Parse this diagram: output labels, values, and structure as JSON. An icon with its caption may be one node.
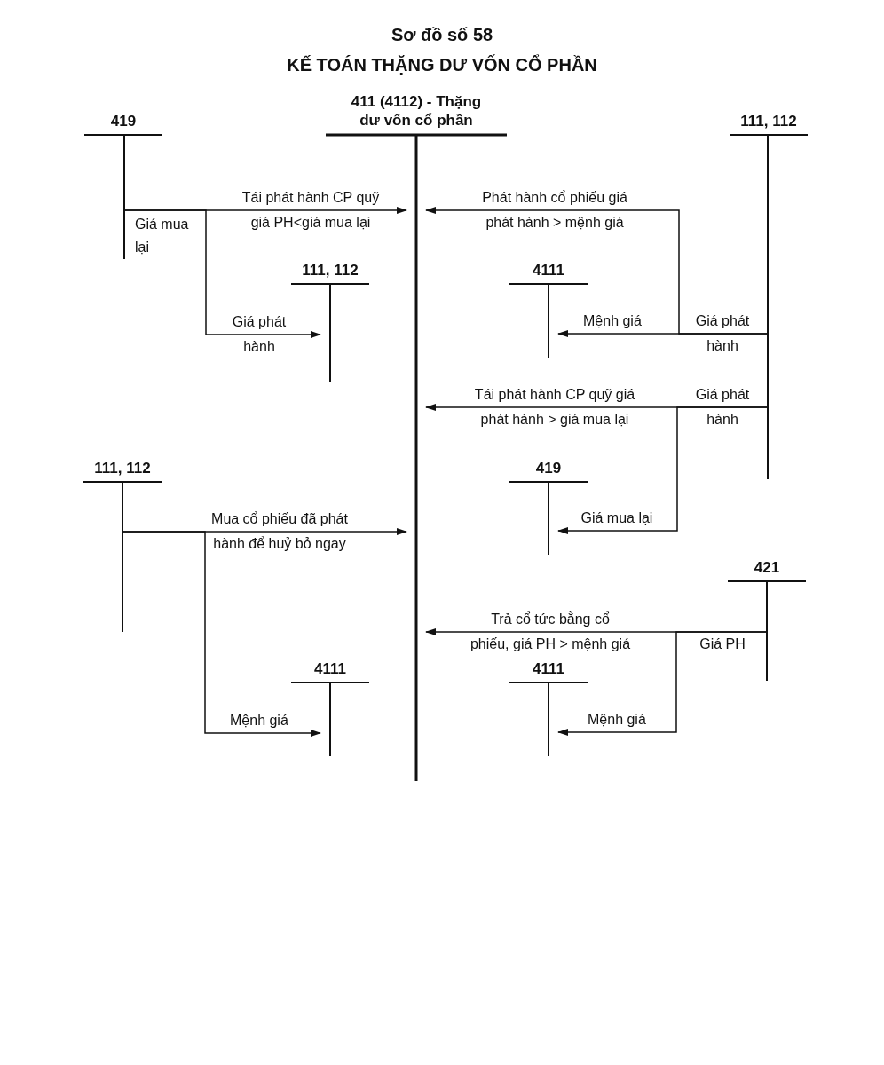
{
  "diagram": {
    "title": "Sơ đồ số 58",
    "nodes": [
      {
        "text": [
          "419"
        ]
      },
      {
        "text": [
          "411 (4112) - Thặng dư vốn cổ phần"
        ]
      },
      {
        "text": [
          "111, 112"
        ]
      },
      {
        "text": [
          "111, 112"
        ]
      },
      {
        "text": [
          "4111"
        ]
      },
      {
        "text": [
          "419"
        ]
      },
      {
        "text": [
          "111, 112"
        ]
      },
      {
        "text": [
          "421"
        ]
      },
      {
        "text": [
          "4111"
        ]
      },
      {
        "text": [
          "4111"
        ]
      }
    ],
    "edges": [
      {
        "from": 0,
        "to": 1,
        "arrow": "to",
        "label": "Tái phát hành CP quỹ giá PH<giá mua lại"
      },
      {
        "from": 0,
        "to": 3,
        "arrow": "to",
        "label": "Giá phát hành"
      },
      {
        "from": 2,
        "to": 1,
        "arrow": "to",
        "label": "Phát hành cổ phiếu giá phát hành > mệnh giá"
      },
      {
        "from": 2,
        "to": 4,
        "arrow": "to",
        "label": "Mệnh giá"
      },
      {
        "from": 2,
        "to": 1,
        "arrow": "to",
        "label": "Tái phát hành CP quỹ giá phát hành > giá mua lại"
      },
      {
        "from": 2,
        "to": 5,
        "arrow": "to",
        "label": "Giá mua lại"
      },
      {
        "from": 6,
        "to": 1,
        "arrow": "to",
        "label": "Mua cổ phiếu đã phát hành để huỷ bỏ ngay"
      },
      {
        "from": 6,
        "to": 8,
        "arrow": "to",
        "label": "Mệnh giá"
      },
      {
        "from": 7,
        "to": 1,
        "arrow": "to",
        "label": "Trả cổ tức bằng cổ phiếu, giá PH > mệnh giá"
      },
      {
        "from": 7,
        "to": 9,
        "arrow": "to",
        "label": "Mệnh giá"
      }
    ],
    "labels": [
      "KẾ TOÁN THẶNG DƯ VỐN CỔ PHẦN",
      "Giá mua lại",
      "Giá phát hành",
      "Giá phát hành",
      "Giá PH"
    ]
  }
}
